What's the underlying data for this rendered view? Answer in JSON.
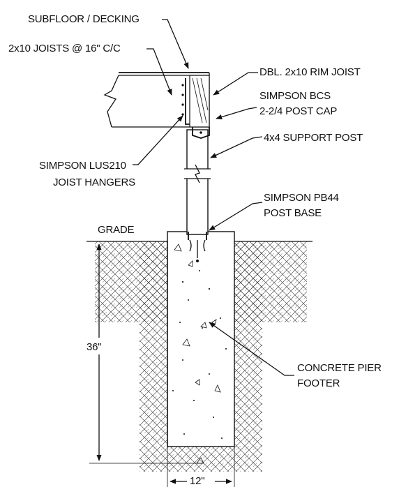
{
  "labels": {
    "subfloor": "SUBFLOOR / DECKING",
    "joists": "2x10 JOISTS @ 16\" C/C",
    "rim_joist": "DBL. 2x10 RIM JOIST",
    "post_cap_1": "SIMPSON BCS",
    "post_cap_2": "2-2/4 POST CAP",
    "support_post": "4x4 SUPPORT POST",
    "hangers_1": "SIMPSON LUS210",
    "hangers_2": "JOIST HANGERS",
    "post_base_1": "SIMPSON PB44",
    "post_base_2": "POST BASE",
    "grade": "GRADE",
    "depth": "36\"",
    "pier_1": "CONCRETE PIER",
    "pier_2": "FOOTER",
    "width": "12\""
  },
  "colors": {
    "line": "#111111",
    "background": "#ffffff"
  }
}
